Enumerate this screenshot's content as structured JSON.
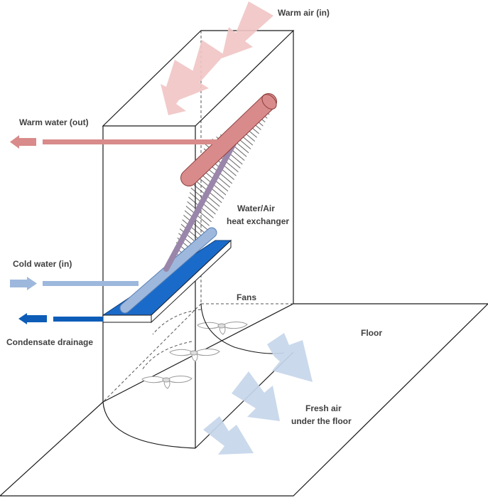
{
  "labels": {
    "warm_air_in": "Warm air (in)",
    "warm_water_out": "Warm water (out)",
    "heat_exchanger_line1": "Water/Air",
    "heat_exchanger_line2": "heat exchanger",
    "cold_water_in": "Cold water (in)",
    "condensate_drainage": "Condensate drainage",
    "fans": "Fans",
    "floor": "Floor",
    "fresh_air_line1": "Fresh air",
    "fresh_air_line2": "under the floor"
  },
  "colors": {
    "warm": "#d98a8a",
    "warm_light": "#f1c5c5",
    "cold": "#9db8dc",
    "cold_light": "#c6d6ea",
    "condensate": "#0d5db8",
    "tray_fill": "#1a6bc9",
    "outline": "#1a1a1a"
  },
  "icons": [
    "warm-air-arrow",
    "warm-water-arrow",
    "cold-water-arrow",
    "condensate-arrow",
    "fan-icon",
    "fresh-air-arrow"
  ]
}
